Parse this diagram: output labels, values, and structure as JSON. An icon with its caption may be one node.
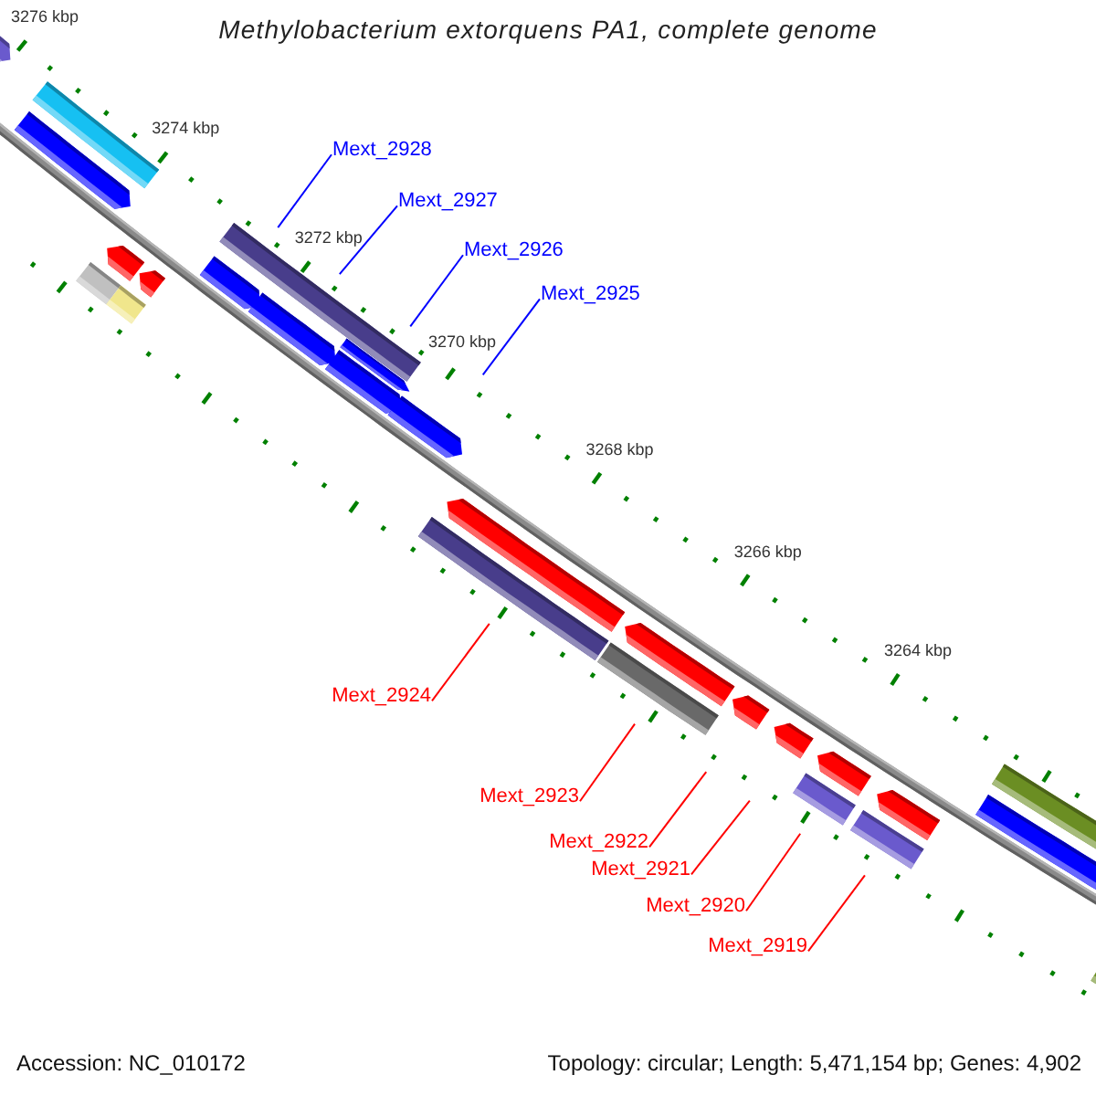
{
  "diagram": {
    "title": "Methylobacterium extorquens PA1, complete genome",
    "nodes": [
      {
        "text": [
          "Mext_2928"
        ]
      },
      {
        "text": [
          "Mext_2927"
        ]
      },
      {
        "text": [
          "Mext_2926"
        ]
      },
      {
        "text": [
          "Mext_2925"
        ]
      },
      {
        "text": [
          "Mext_2924"
        ]
      },
      {
        "text": [
          "Mext_2923"
        ]
      },
      {
        "text": [
          "Mext_2922"
        ]
      },
      {
        "text": [
          "Mext_2921"
        ]
      },
      {
        "text": [
          "Mext_2920"
        ]
      },
      {
        "text": [
          "Mext_2919"
        ]
      },
      {
        "text": [],
        "shape": "arrow"
      },
      {
        "text": [],
        "shape": "bar"
      },
      {
        "text": [],
        "shape": "arrow"
      },
      {
        "text": [],
        "shape": "bar"
      },
      {
        "text": [],
        "shape": "arrow"
      },
      {
        "text": [],
        "shape": "bar"
      },
      {
        "text": [],
        "shape": "arrow"
      },
      {
        "text": [],
        "shape": "bar"
      },
      {
        "text": [],
        "shape": "arrow"
      },
      {
        "text": [],
        "shape": "arrow"
      },
      {
        "text": [],
        "shape": "arrow"
      },
      {
        "text": [],
        "shape": "arrow"
      },
      {
        "text": [],
        "shape": "arrow"
      },
      {
        "text": [],
        "shape": "bar"
      },
      {
        "text": [],
        "shape": "arrow"
      },
      {
        "text": [],
        "shape": "bar"
      },
      {
        "text": [],
        "shape": "arrow"
      },
      {
        "text": [],
        "shape": "arrow"
      },
      {
        "text": [],
        "shape": "arrow"
      },
      {
        "text": [],
        "shape": "arrow"
      },
      {
        "text": [],
        "shape": "bar"
      },
      {
        "text": [],
        "shape": "bar"
      },
      {
        "text": [],
        "shape": "arrow"
      },
      {
        "text": [],
        "shape": "bar"
      },
      {
        "text": [],
        "shape": "bar"
      },
      {
        "text": [],
        "shape": "bar"
      }
    ],
    "edges": [
      {
        "from": 0,
        "to": null,
        "arrow": "none",
        "color": "#0000ff"
      },
      {
        "from": 1,
        "to": null,
        "arrow": "none",
        "color": "#0000ff"
      },
      {
        "from": 2,
        "to": null,
        "arrow": "none",
        "color": "#0000ff"
      },
      {
        "from": 3,
        "to": null,
        "arrow": "none",
        "color": "#0000ff"
      },
      {
        "from": 4,
        "to": null,
        "arrow": "none"
      },
      {
        "from": 5,
        "to": null,
        "arrow": "none"
      },
      {
        "from": 6,
        "to": null,
        "arrow": "none"
      },
      {
        "from": 7,
        "to": null,
        "arrow": "none"
      },
      {
        "from": 8,
        "to": null,
        "arrow": "none"
      },
      {
        "from": 9,
        "to": null,
        "arrow": "none"
      }
    ],
    "labels": [
      "3276 kbp",
      "3274 kbp",
      "3272 kbp",
      "3270 kbp",
      "3268 kbp",
      "3266 kbp",
      "3264 kbp",
      "Accession: NC_010172",
      "Topology: circular; Length: 5,471,154 bp; Genes: 4,902"
    ]
  }
}
